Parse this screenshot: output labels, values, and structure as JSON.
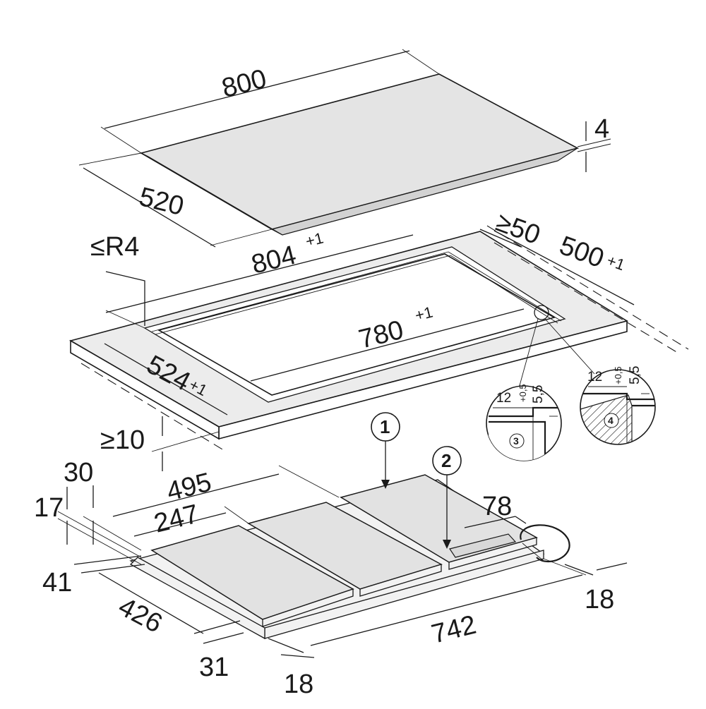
{
  "diagram": {
    "top_glass": {
      "width": "800",
      "depth": "520",
      "thickness": "4"
    },
    "cutout": {
      "outer_width": "804",
      "outer_width_tol": "+1",
      "outer_depth": "500",
      "outer_depth_tol": "+1",
      "rear_clearance": "≥50",
      "corner_radius": "≤R4",
      "inner_width": "780",
      "inner_width_tol": "+1",
      "inner_depth": "524",
      "inner_depth_tol": "+1",
      "front_clearance": "≥10"
    },
    "details": {
      "detail_3": {
        "number": "3",
        "width": "12",
        "height": "5,5",
        "height_tol": "+0,5"
      },
      "detail_4": {
        "number": "4",
        "width": "12",
        "height": "5,5",
        "height_tol": "+0,5"
      }
    },
    "bottom_unit": {
      "callout_1": "1",
      "callout_2": "2",
      "depth_495": "495",
      "depth_247": "247",
      "height_30": "30",
      "height_17": "17",
      "offset_41": "41",
      "width_426": "426",
      "offset_31": "31",
      "offset_18_front": "18",
      "length_742": "742",
      "offset_18_right": "18",
      "width_78": "78"
    }
  }
}
